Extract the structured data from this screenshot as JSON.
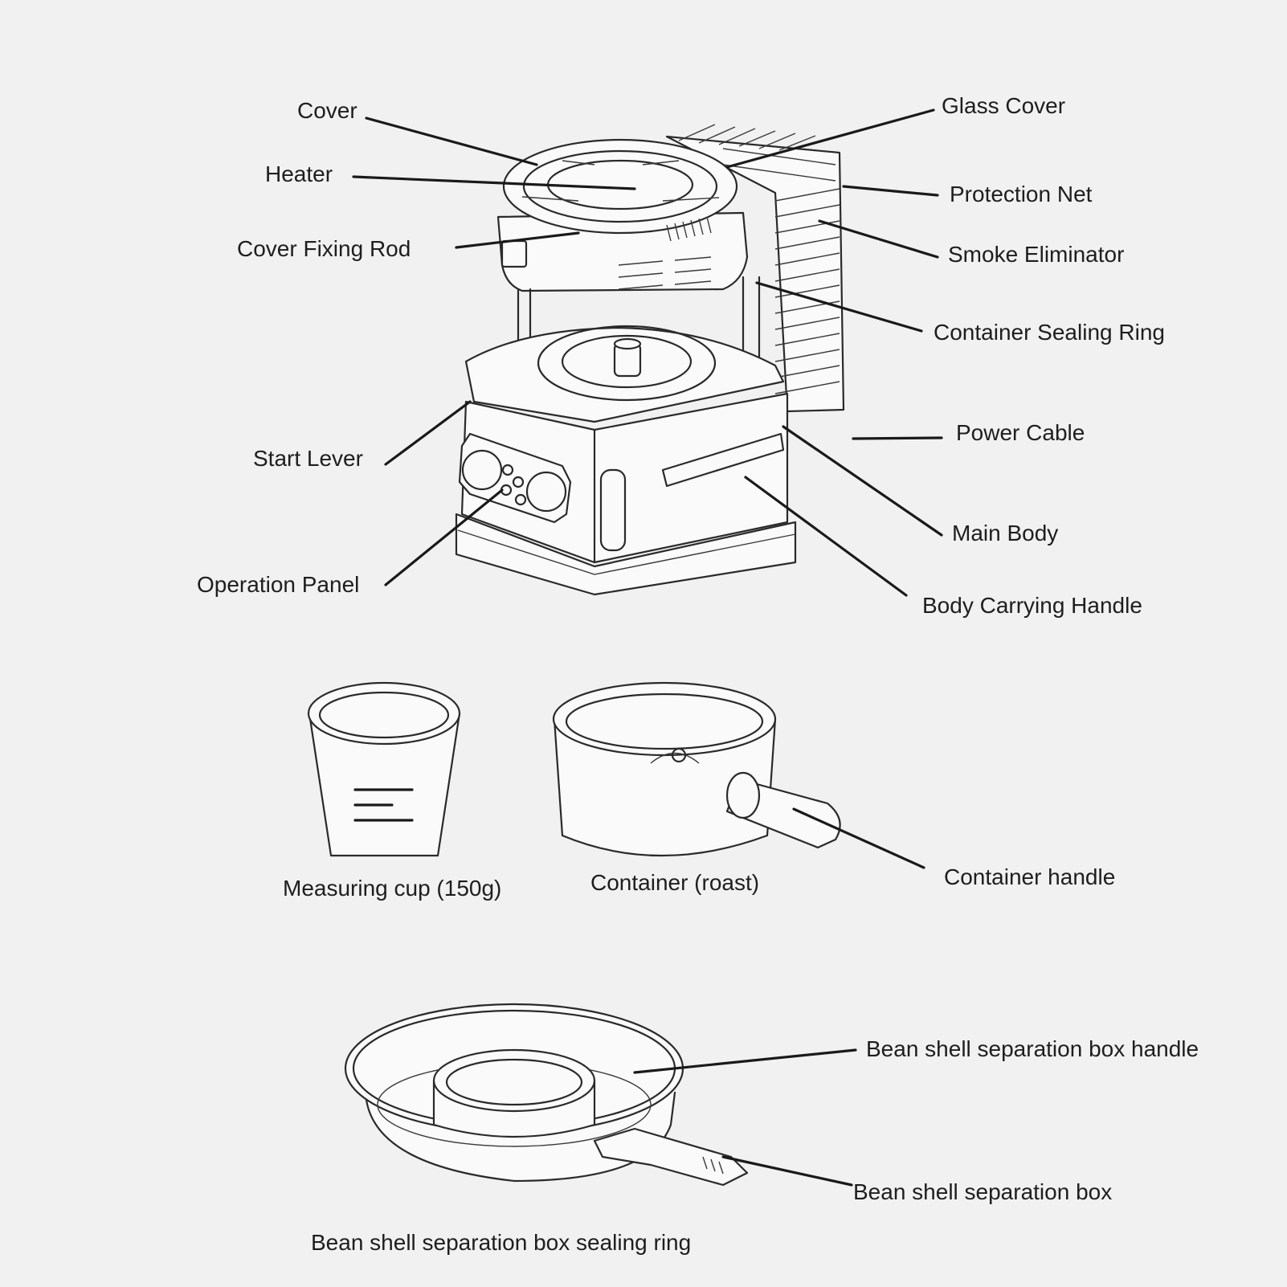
{
  "labels": {
    "cover": "Cover",
    "heater": "Heater",
    "cover_fixing_rod": "Cover Fixing Rod",
    "glass_cover": "Glass Cover",
    "protection_net": "Protection Net",
    "smoke_eliminator": "Smoke Eliminator",
    "container_sealing_ring": "Container Sealing Ring",
    "power_cable": "Power Cable",
    "start_lever": "Start Lever",
    "main_body": "Main Body",
    "operation_panel": "Operation Panel",
    "body_carrying_handle": "Body Carrying Handle",
    "measuring_cup": "Measuring cup (150g)",
    "container_roast": "Container (roast)",
    "container_handle": "Container handle",
    "bean_shell_box_handle": "Bean shell separation box handle",
    "bean_shell_box": "Bean shell separation box",
    "bean_shell_box_sealing_ring": "Bean shell separation box sealing ring"
  }
}
